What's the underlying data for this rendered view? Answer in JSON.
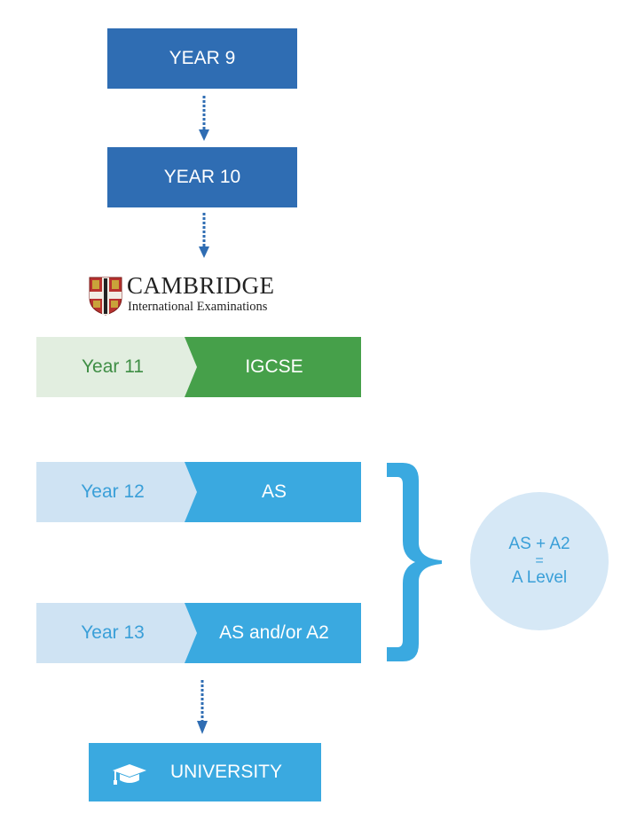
{
  "diagram": {
    "title": "Education pathway: Year 9 to University",
    "steps": {
      "year9": "YEAR 9",
      "year10": "YEAR 10"
    },
    "logo": {
      "name": "CAMBRIDGE",
      "subtitle": "International Examinations",
      "icon": "crest-shield-icon"
    },
    "rows": [
      {
        "year": "Year 11",
        "qualification": "IGCSE",
        "light_color": "#e2eee0",
        "dark_color": "#46a04a",
        "text_color": "#3f8e45"
      },
      {
        "year": "Year 12",
        "qualification": "AS",
        "light_color": "#cfe3f3",
        "dark_color": "#3aa9e0",
        "text_color": "#3a9fd8"
      },
      {
        "year": "Year 13",
        "qualification": "AS and/or A2",
        "light_color": "#cfe3f3",
        "dark_color": "#3aa9e0",
        "text_color": "#3a9fd8"
      }
    ],
    "brace_icon": "curly-brace-icon",
    "result": {
      "line1": "AS + A2",
      "line2": "=",
      "line3": "A Level"
    },
    "destination": {
      "label": "UNIVERSITY",
      "icon": "graduation-cap-icon"
    },
    "colors": {
      "dark_blue": "#2f6db3",
      "arrow": "#2f6db3",
      "light_blue": "#3aa9e0",
      "circle_fill": "#d6e8f6"
    }
  }
}
